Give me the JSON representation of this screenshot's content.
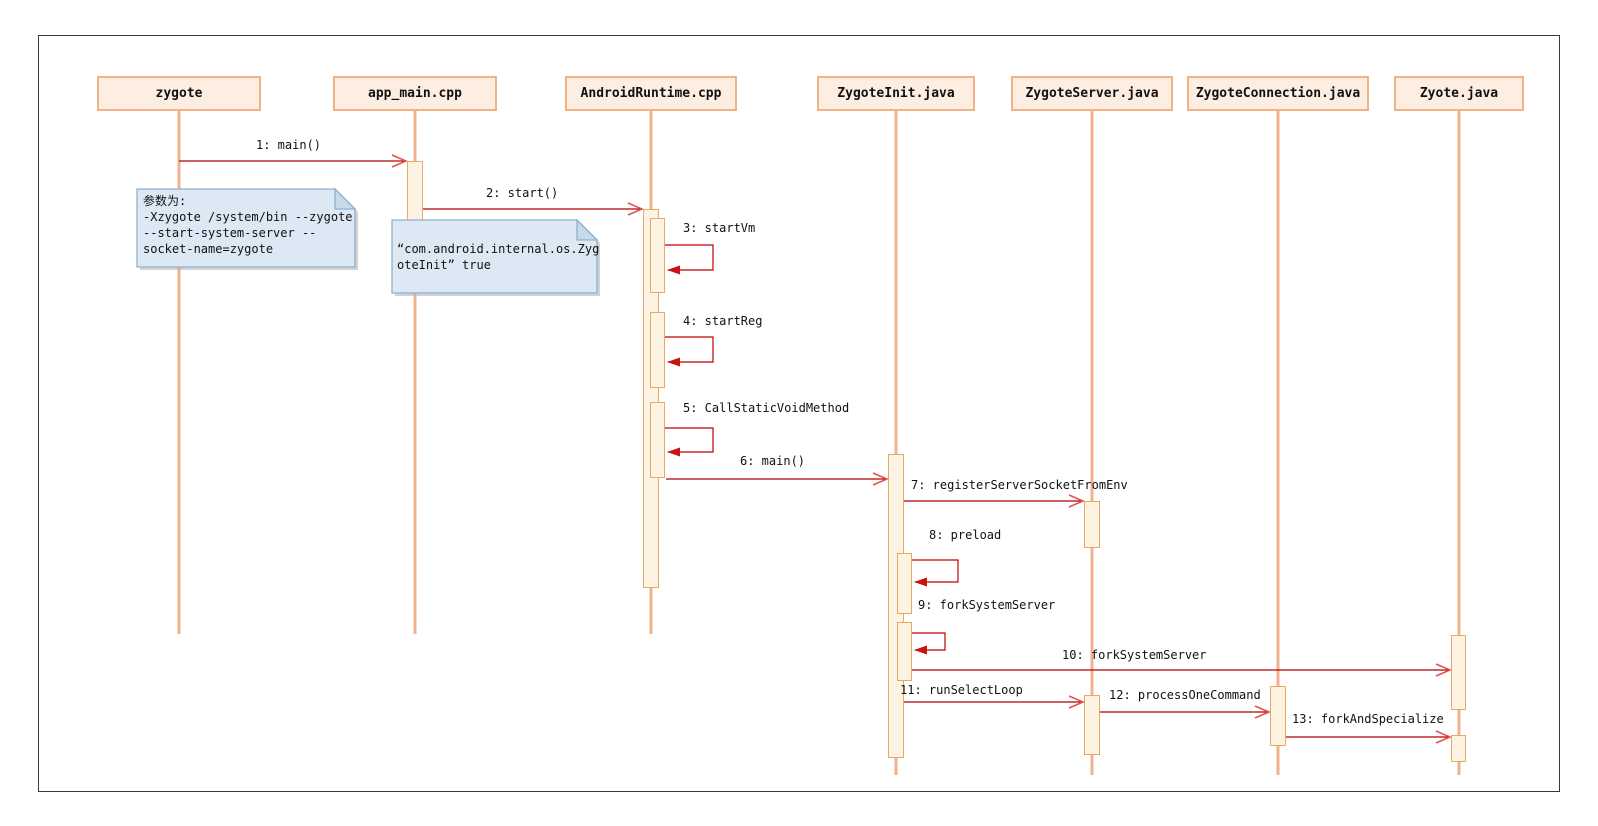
{
  "lifelines": [
    {
      "label": "zygote"
    },
    {
      "label": "app_main.cpp"
    },
    {
      "label": "AndroidRuntime.cpp"
    },
    {
      "label": "ZygoteInit.java"
    },
    {
      "label": "ZygoteServer.java"
    },
    {
      "label": "ZygoteConnection.java"
    },
    {
      "label": "Zyote.java"
    }
  ],
  "messages": [
    {
      "label": "1: main()"
    },
    {
      "label": "2: start()"
    },
    {
      "label": "3: startVm"
    },
    {
      "label": "4: startReg"
    },
    {
      "label": "5: CallStaticVoidMethod"
    },
    {
      "label": "6: main()"
    },
    {
      "label": "7: registerServerSocketFromEnv"
    },
    {
      "label": "8: preload"
    },
    {
      "label": "9: forkSystemServer"
    },
    {
      "label": "10: forkSystemServer"
    },
    {
      "label": "11: runSelectLoop"
    },
    {
      "label": "12: processOneCommand"
    },
    {
      "label": "13: forkAndSpecialize"
    }
  ],
  "notes": [
    {
      "lines": [
        "参数为:",
        "-Xzygote /system/bin --zygote",
        "--start-system-server --",
        "socket-name=zygote"
      ]
    },
    {
      "lines": [
        "“com.android.internal.os.Zyg",
        "oteInit” true"
      ]
    }
  ],
  "colors": {
    "header_fill": "#fdeee1",
    "header_border": "#f1b286",
    "lifeline": "#f0b18c",
    "activation_fill": "#fdf3e2",
    "activation_border": "#e8a967",
    "message_line": "#b00000",
    "message_arrowhead_open": "#e25050",
    "message_arrowhead_filled": "#cc1111",
    "note_fill": "#dce9f5",
    "note_border": "#92afcb",
    "note_fold": "#c7d9ec",
    "note_shadow": "#b5b5b5",
    "frame_border": "#3a3a3a"
  }
}
